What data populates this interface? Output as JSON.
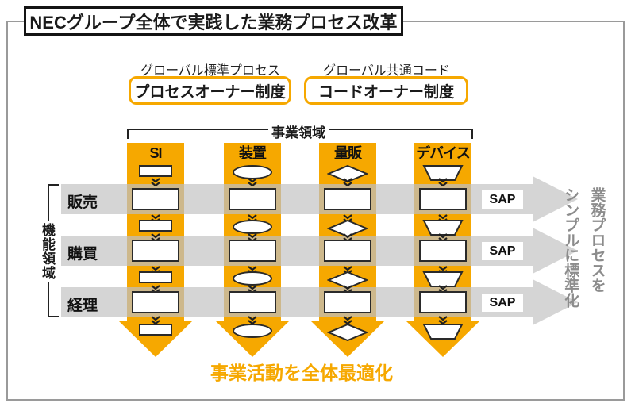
{
  "title": "NECグループ全体で実践した業務プロセス改革",
  "legend": {
    "process": {
      "caption": "グローバル標準プロセス",
      "label": "プロセスオーナー制度"
    },
    "code": {
      "caption": "グローバル共通コード",
      "label": "コードオーナー制度"
    }
  },
  "business_domains": {
    "label": "事業領域",
    "columns": [
      {
        "label": "SI",
        "shape": "rect"
      },
      {
        "label": "装置",
        "shape": "ellipse"
      },
      {
        "label": "量販",
        "shape": "diamond"
      },
      {
        "label": "デバイス",
        "shape": "trapezoid"
      }
    ]
  },
  "functional_domains": {
    "label": "機能領域",
    "rows": [
      {
        "label": "販売",
        "system": "SAP"
      },
      {
        "label": "購買",
        "system": "SAP"
      },
      {
        "label": "経理",
        "system": "SAP"
      }
    ]
  },
  "right_note": "業務プロセスを\nシンプルに標準化",
  "bottom_note": "事業活動を全体最適化",
  "colors": {
    "accent_orange": "#F6A800",
    "band_gray": "#D5D5D5",
    "overlap_tan": "#CDB88C",
    "note_gray": "#8C8C8C"
  }
}
